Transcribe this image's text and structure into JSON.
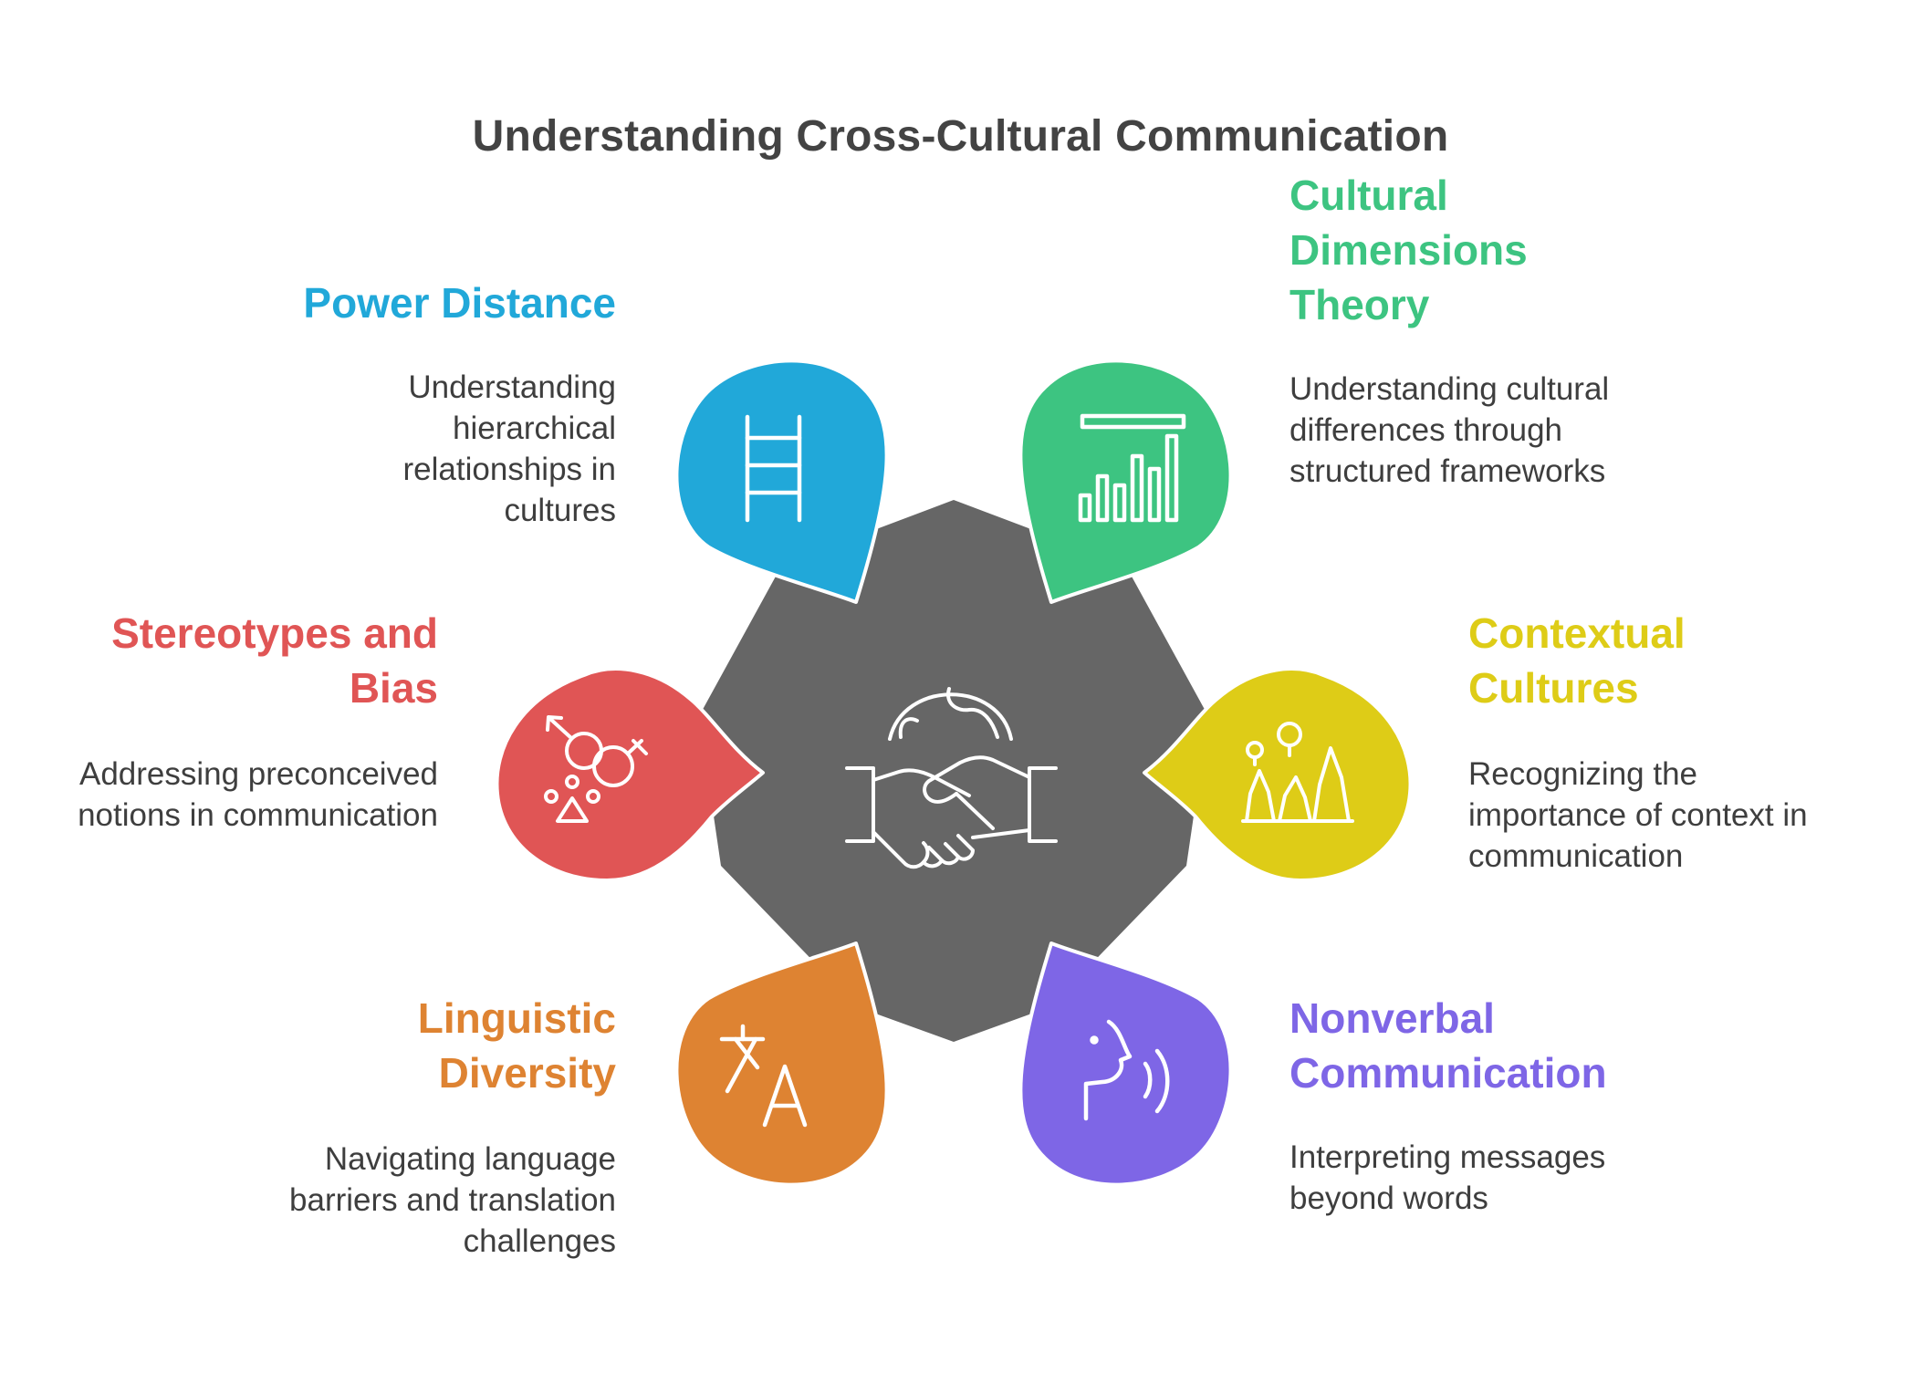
{
  "title": "Understanding Cross-Cultural Communication",
  "colors": {
    "hub": "#666666",
    "power_distance": "#21A8D9",
    "cultural_dimensions": "#3DC481",
    "stereotypes": "#E05555",
    "contextual": "#DECC17",
    "linguistic": "#DE8332",
    "nonverbal": "#7E66E6"
  },
  "hub": {
    "icon": "handshake-globe-icon"
  },
  "items": [
    {
      "key": "power_distance",
      "heading": "Power Distance",
      "description": "Understanding hierarchical relationships in cultures",
      "icon": "ladder-icon"
    },
    {
      "key": "cultural_dimensions",
      "heading": "Cultural Dimensions Theory",
      "description": "Understanding cultural differences through structured frameworks",
      "icon": "bar-chart-icon"
    },
    {
      "key": "stereotypes",
      "heading": "Stereotypes and Bias",
      "description": "Addressing preconceived notions in communication",
      "icon": "gender-symbols-icon"
    },
    {
      "key": "contextual",
      "heading": "Contextual Cultures",
      "description": "Recognizing the importance of context in communication",
      "icon": "people-landscape-icon"
    },
    {
      "key": "linguistic",
      "heading": "Linguistic Diversity",
      "description": "Navigating language barriers and translation challenges",
      "icon": "translate-icon"
    },
    {
      "key": "nonverbal",
      "heading": "Nonverbal Communication",
      "description": "Interpreting messages beyond words",
      "icon": "speaking-head-icon"
    }
  ]
}
